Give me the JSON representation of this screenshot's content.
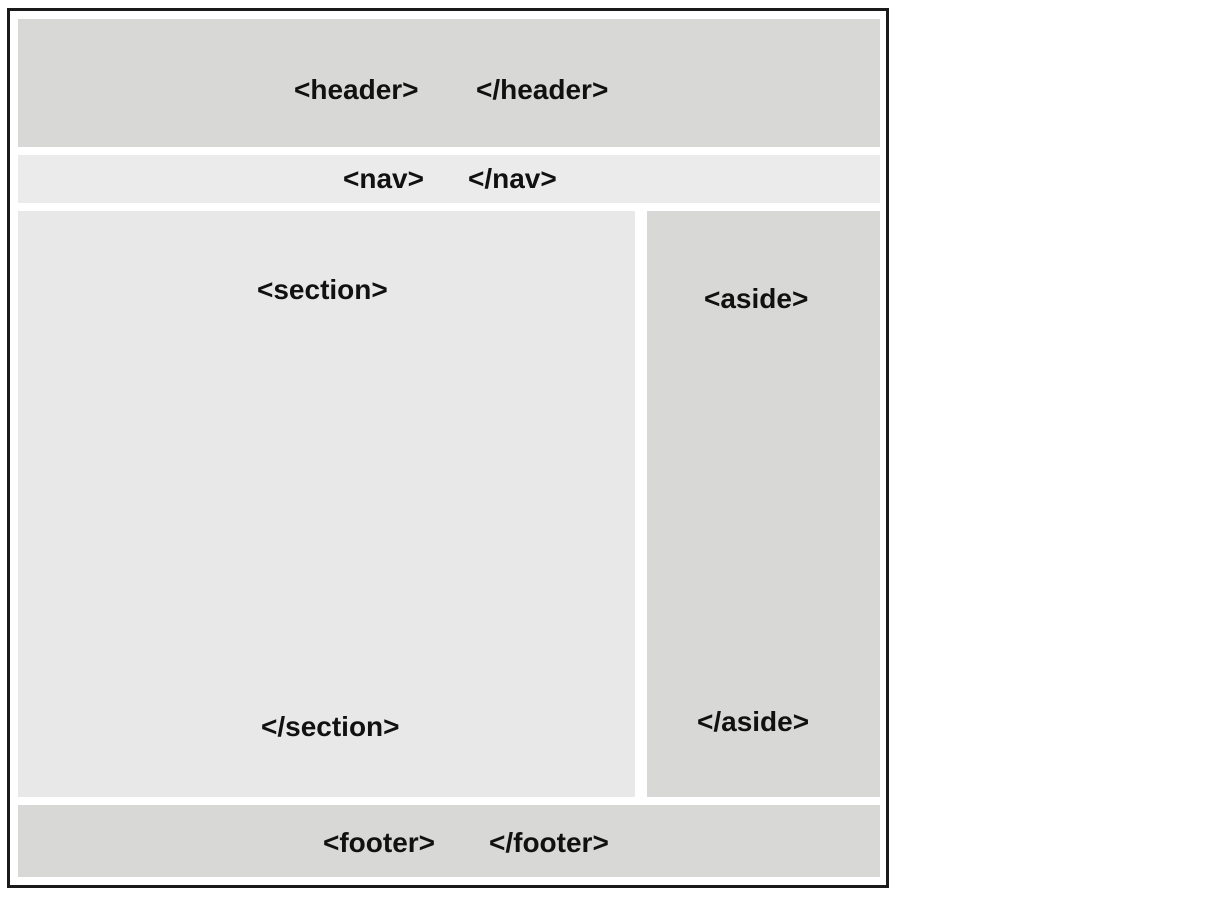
{
  "colors": {
    "header_bg": "#d8d8d6",
    "nav_bg": "#ebebeb",
    "section_bg": "#e8e8e8",
    "aside_bg": "#d8d8d6",
    "footer_bg": "#d8d8d6",
    "border": "#1a1a1a",
    "text": "#111111"
  },
  "header": {
    "open": "<header>",
    "close": "</header>"
  },
  "nav": {
    "open": "<nav>",
    "close": "</nav>"
  },
  "section": {
    "open": "<section>",
    "close": "</section>"
  },
  "aside": {
    "open": "<aside>",
    "close": "</aside>"
  },
  "footer": {
    "open": "<footer>",
    "close": "</footer>"
  }
}
